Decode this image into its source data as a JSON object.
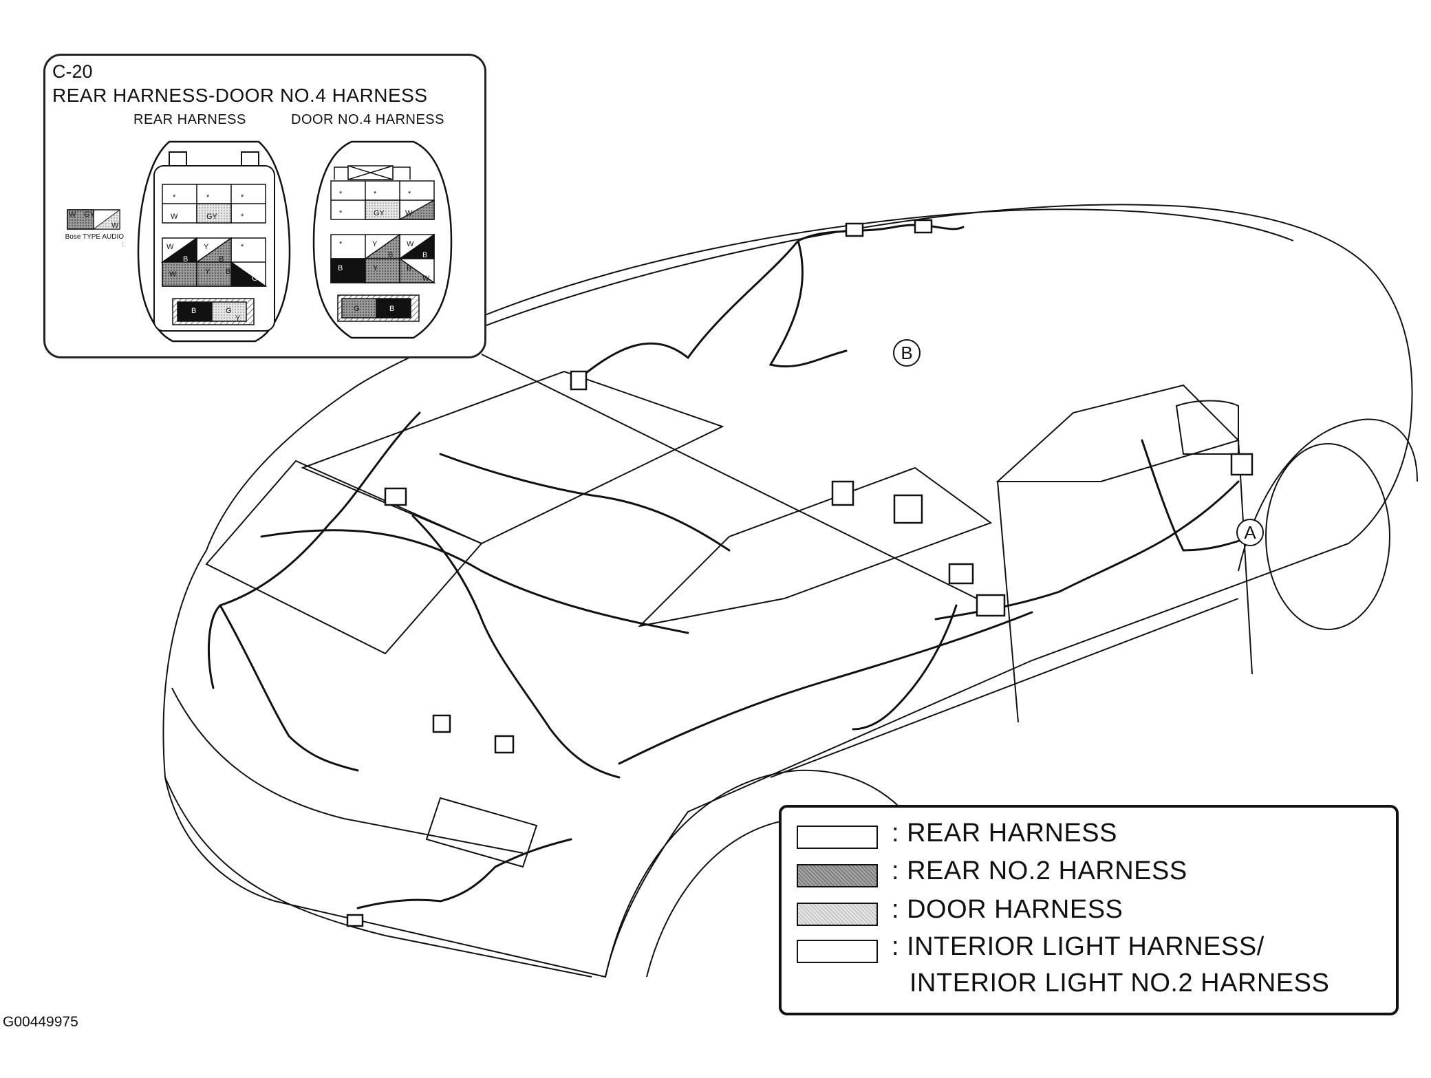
{
  "inset": {
    "code": "C-20",
    "title": "REAR HARNESS-DOOR NO.4 HARNESS",
    "left_connector_label": "REAR HARNESS",
    "right_connector_label": "DOOR NO.4 HARNESS",
    "bose_note": "Bose TYPE AUDIO :",
    "pin_marks": {
      "w": "W",
      "gy": "GY",
      "b": "B",
      "y": "Y",
      "g": "G",
      "star": "*"
    }
  },
  "callouts": {
    "a": "A",
    "b": "B"
  },
  "legend": {
    "items": [
      {
        "label": ": REAR HARNESS",
        "pattern": "plain"
      },
      {
        "label": ": REAR NO.2 HARNESS",
        "pattern": "dark-dot"
      },
      {
        "label": ": DOOR HARNESS",
        "pattern": "light-dot"
      },
      {
        "label": ": INTERIOR LIGHT HARNESS/",
        "pattern": "plain"
      }
    ],
    "continuation": "INTERIOR LIGHT NO.2 HARNESS"
  },
  "figure_id": "G00449975",
  "colors": {
    "line": "#111111",
    "dark_fill": "#8a8a8a",
    "light_fill": "#d4d4d4"
  }
}
